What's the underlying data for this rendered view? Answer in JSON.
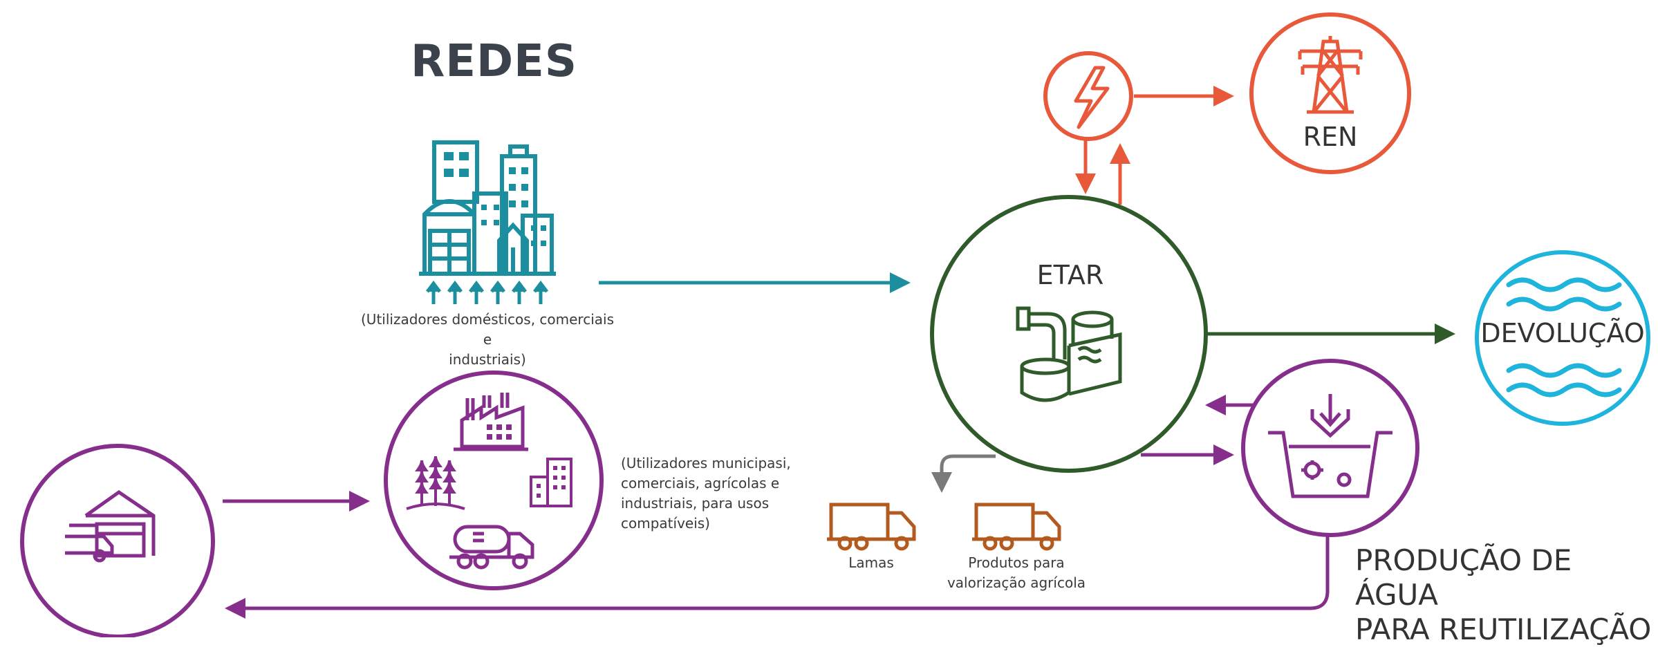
{
  "diagram": {
    "title": "REDES",
    "nodes": {
      "etar": "ETAR",
      "ren": "REN",
      "devolucao": "DEVOLUÇÃO",
      "producao_line1": "PRODUÇÃO DE ÁGUA",
      "producao_line2": "PARA REUTILIZAÇÃO"
    },
    "labels": {
      "domestic_line1": "(Utilizadores domésticos, comerciais e",
      "domestic_line2": "industriais)",
      "municipal_line1": "(Utilizadores municipasi,",
      "municipal_line2": "comerciais, agrícolas e",
      "municipal_line3": "industriais, para usos",
      "municipal_line4": "compatíveis)",
      "lamas": "Lamas",
      "produtos_line1": "Produtos para",
      "produtos_line2": "valorização agrícola"
    },
    "icons": [
      "city-buildings-icon",
      "lightning-icon",
      "power-tower-icon",
      "water-waves-icon",
      "treatment-plant-icon",
      "factory-icon",
      "wheat-icon",
      "office-building-icon",
      "tanker-truck-icon",
      "warehouse-truck-icon",
      "reuse-tank-icon",
      "truck-icon"
    ],
    "colors": {
      "teal": "#1b8fa0",
      "dark_green": "#2f5a2a",
      "orange": "#e8583a",
      "cyan": "#1fb4dc",
      "purple": "#862e8c",
      "brown": "#b35a1f",
      "gray": "#7a7a7a",
      "title": "#3b424b"
    }
  }
}
